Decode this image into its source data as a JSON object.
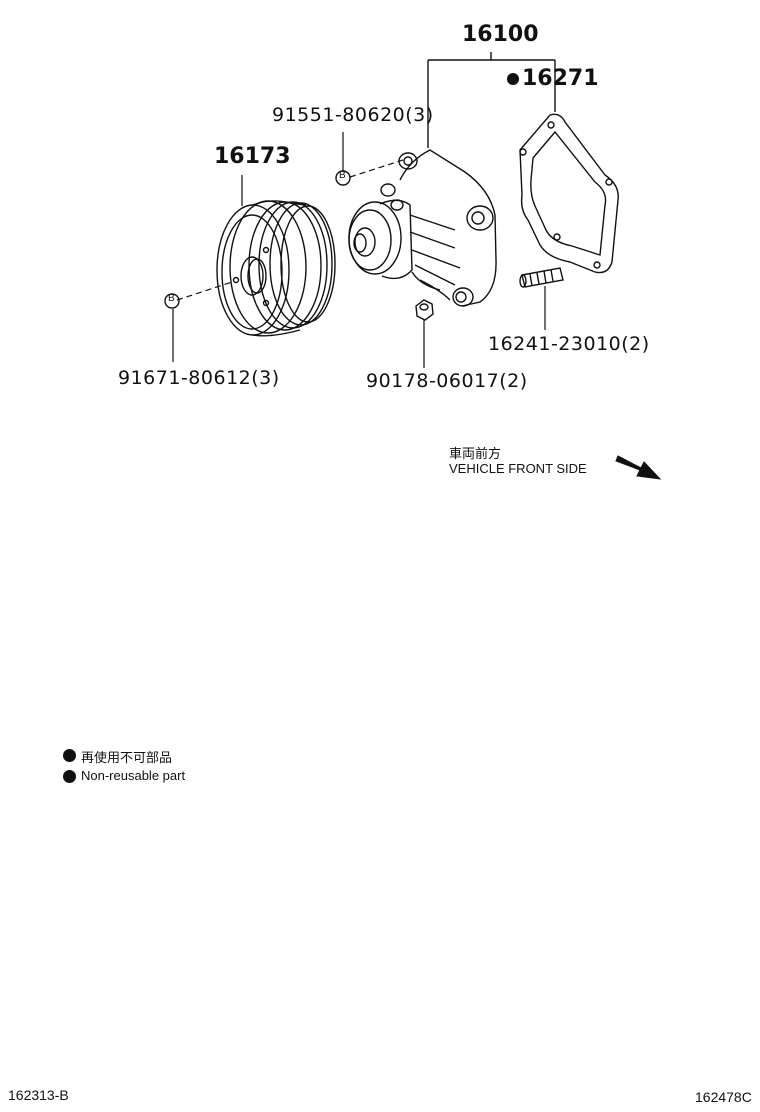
{
  "parts": {
    "water_pump_assy": "16100",
    "gasket": "16271",
    "pulley": "16173",
    "bolt_pump": "91551-80620(3)",
    "stud": "16241-23010(2)",
    "bolt_pulley": "91671-80612(3)",
    "nut": "90178-06017(2)"
  },
  "direction": {
    "japanese": "車両前方",
    "english": "VEHICLE FRONT SIDE"
  },
  "legend": {
    "japanese": "再使用不可部品",
    "english": "Non-reusable part"
  },
  "footer": {
    "left_code": "162313-B",
    "right_code": "162478C"
  },
  "bolt_marker": "B"
}
